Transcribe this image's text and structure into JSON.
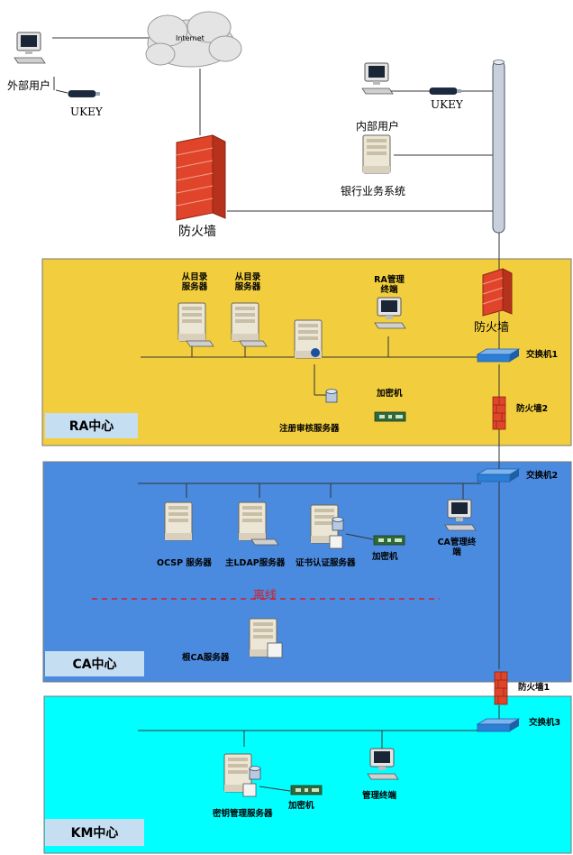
{
  "top": {
    "internet": "Internet",
    "external_user": "外部用户",
    "ukey_external": "UKEY",
    "internal_user": "内部用户",
    "ukey_internal": "UKEY",
    "bank_system": "银行业务系统",
    "firewall_main": "防火墙"
  },
  "ra": {
    "tag": "RA中心",
    "slave_dir_1": "从目录\n服务器",
    "slave_dir_2": "从目录\n服务器",
    "ra_terminal": "RA管理\n终端",
    "firewall": "防火墙",
    "switch1": "交换机1",
    "firewall2": "防火墙2",
    "encryptor": "加密机",
    "reg_server": "注册审核服务器"
  },
  "ca": {
    "tag": "CA中心",
    "switch2": "交换机2",
    "ocsp": "OCSP 服务器",
    "ldap": "主LDAP服务器",
    "cert_server": "证书认证服务器",
    "encryptor": "加密机",
    "ca_terminal": "CA管理终\n端",
    "offline": "离线",
    "root_ca": "根CA服务器",
    "firewall1": "防火墙1"
  },
  "km": {
    "tag": "KM中心",
    "switch3": "交换机3",
    "km_server": "密钥管理服务器",
    "encryptor": "加密机",
    "terminal": "管理终端"
  },
  "colors": {
    "ra_zone": "#f2ce3e",
    "ca_zone": "#4a8be0",
    "km_zone": "#00ffff",
    "tag_bg": "#c6def2",
    "firewall_red": "#e0452b",
    "switch_blue": "#2d7fd6",
    "offline_red": "#d0202a"
  }
}
